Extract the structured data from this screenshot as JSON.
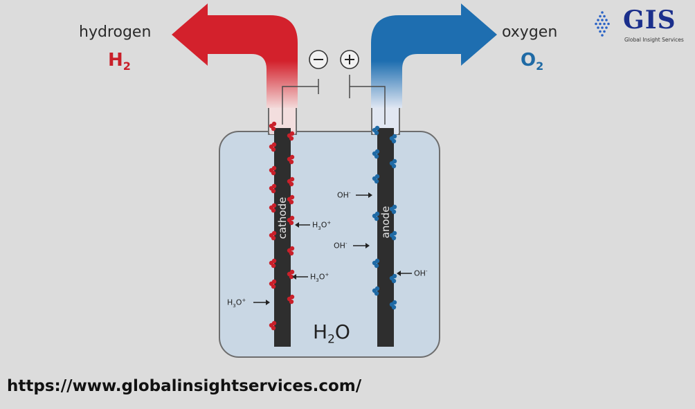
{
  "gases": {
    "hydrogen": {
      "name": "hydrogen",
      "formula_base": "H",
      "formula_sub": "2"
    },
    "oxygen": {
      "name": "oxygen",
      "formula_base": "O",
      "formula_sub": "2"
    }
  },
  "terminals": {
    "negative": "−",
    "positive": "+"
  },
  "electrodes": {
    "cathode": "cathode",
    "anode": "anode"
  },
  "water": {
    "base": "H",
    "sub": "2",
    "end": "O"
  },
  "ions": {
    "hydronium": {
      "base": "H",
      "sub": "3",
      "end": "O",
      "sup": "+"
    },
    "hydroxide": {
      "base": "OH",
      "sup": "-"
    }
  },
  "logo": {
    "text": "GIS",
    "subtitle": "Global Insight Services"
  },
  "footer": {
    "url": "https://www.globalinsightservices.com/"
  },
  "colors": {
    "hydrogen": "#c9202a",
    "oxygen": "#1f6aa5",
    "electrode": "#2e2e2e",
    "water": "#c9d7e4"
  }
}
